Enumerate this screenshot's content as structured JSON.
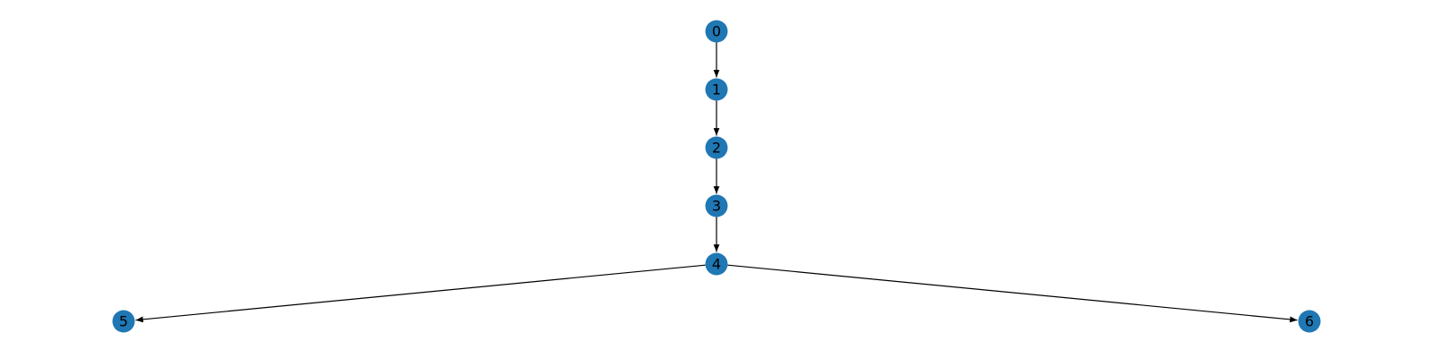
{
  "graph": {
    "node_color": "#1f77b4",
    "edge_color": "#000000",
    "nodes": [
      {
        "id": "0",
        "label": "0"
      },
      {
        "id": "1",
        "label": "1"
      },
      {
        "id": "2",
        "label": "2"
      },
      {
        "id": "3",
        "label": "3"
      },
      {
        "id": "4",
        "label": "4"
      },
      {
        "id": "5",
        "label": "5"
      },
      {
        "id": "6",
        "label": "6"
      }
    ],
    "edges": [
      {
        "from": "0",
        "to": "1"
      },
      {
        "from": "1",
        "to": "2"
      },
      {
        "from": "2",
        "to": "3"
      },
      {
        "from": "3",
        "to": "4"
      },
      {
        "from": "4",
        "to": "5"
      },
      {
        "from": "4",
        "to": "6"
      }
    ]
  }
}
